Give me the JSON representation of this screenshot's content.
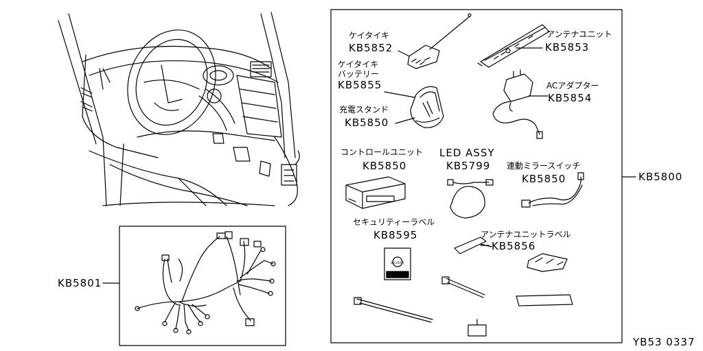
{
  "diagram_code": "YB53 0337",
  "kit_label": "KB5800",
  "harness_label": "KB5801",
  "parts": [
    {
      "name_jp": "ケイタイキ",
      "code": "KB5852"
    },
    {
      "name_jp": "アンテナユニット",
      "code": "KB5853"
    },
    {
      "name_jp": "ケイタイキ",
      "name_jp2": "バッテリー",
      "code": "KB5855"
    },
    {
      "name_jp": "ACアダプター",
      "code": "KB5854"
    },
    {
      "name_jp": "充電スタンド",
      "code": "KB5850"
    },
    {
      "name_jp": "コントロールユニット",
      "code": "KB5850"
    },
    {
      "name_jp": "LED ASSY",
      "code": "KB5799"
    },
    {
      "name_jp": "連動ミラースイッチ",
      "code": "KB5850"
    },
    {
      "name_jp": "セキュリティーラベル",
      "code": "KB8595"
    },
    {
      "name_jp": "アンテナユニットラベル",
      "code": "KB5856"
    }
  ],
  "security_card_text": "SECURITY"
}
